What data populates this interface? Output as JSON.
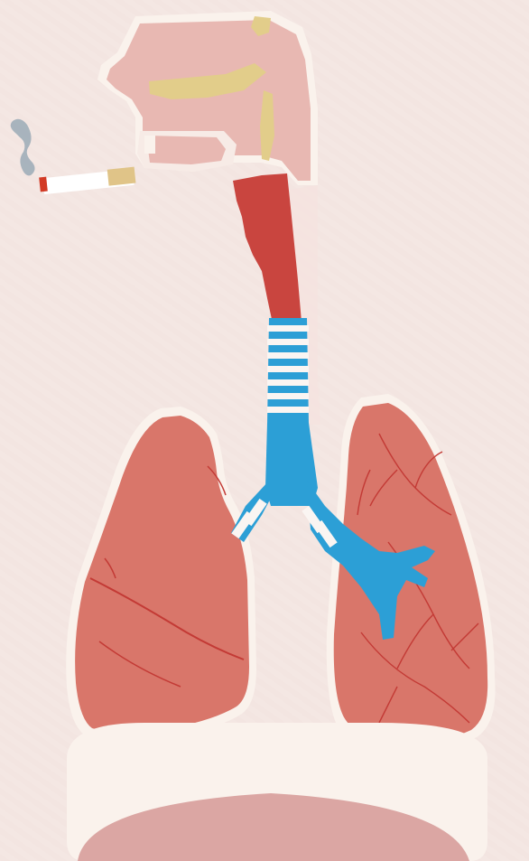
{
  "diagram": {
    "parts": [
      {
        "name": "head-airway",
        "color": "#e8b8b2"
      },
      {
        "name": "nasal-cavity",
        "color": "#e2cd8a"
      },
      {
        "name": "pharynx-larynx",
        "color": "#c9453f"
      },
      {
        "name": "trachea",
        "color": "#2c9fd6"
      },
      {
        "name": "bronchi",
        "color": "#2c9fd6"
      },
      {
        "name": "left-lung",
        "color": "#d9766a"
      },
      {
        "name": "right-lung",
        "color": "#d9766a"
      },
      {
        "name": "diaphragm",
        "color": "#dba6a3"
      },
      {
        "name": "cigarette",
        "color": "#ffffff"
      }
    ],
    "colors": {
      "background": "#f3e5e1",
      "outline": "#faf2ec",
      "vein": "#c33a35",
      "smoke": "#9aaab6",
      "filter": "#e0c488",
      "ember": "#d23a25"
    },
    "icons": [
      "cigarette-icon",
      "smoke-icon"
    ]
  }
}
